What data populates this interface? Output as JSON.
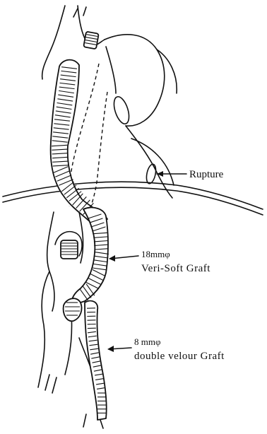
{
  "labels": {
    "rupture": "Rupture",
    "graft_large_size": "18mmφ",
    "graft_large_name": "Veri-Soft Graft",
    "graft_small_size": "8 mmφ",
    "graft_small_name": "double velour Graft"
  }
}
